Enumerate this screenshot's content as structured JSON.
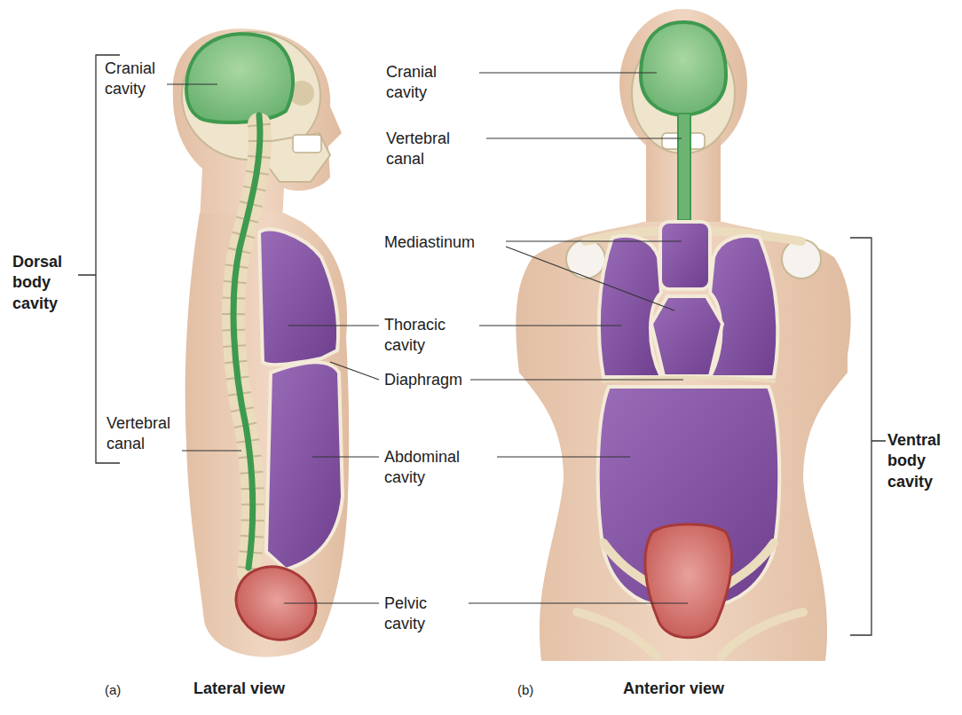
{
  "diagram": {
    "labels": [
      "Cranial cavity",
      "Dorsal body cavity",
      "Vertebral canal",
      "Cranial cavity",
      "Vertebral canal",
      "Mediastinum",
      "Thoracic cavity",
      "Diaphragm",
      "Abdominal cavity",
      "Pelvic cavity",
      "Ventral body cavity",
      "(a)",
      "Lateral view",
      "(b)",
      "Anterior view"
    ]
  }
}
